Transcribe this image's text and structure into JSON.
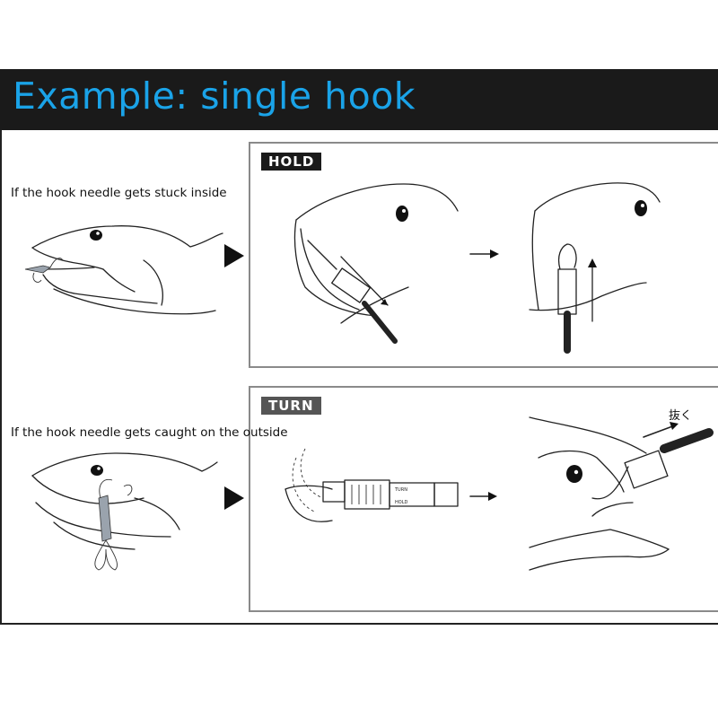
{
  "header": {
    "title": "Example: single hook"
  },
  "sections": [
    {
      "caption": "If the hook needle gets stuck inside",
      "label": "HOLD"
    },
    {
      "caption": "If the hook needle gets caught on the outside",
      "label": "TURN"
    }
  ],
  "illustration_text": {
    "pull_out": "抜く",
    "tool_turn": "TURN",
    "tool_hold": "HOLD"
  },
  "colors": {
    "title": "#1aa3e8",
    "header_bg": "#1a1a1a",
    "panel_border": "#8a8a8a"
  }
}
